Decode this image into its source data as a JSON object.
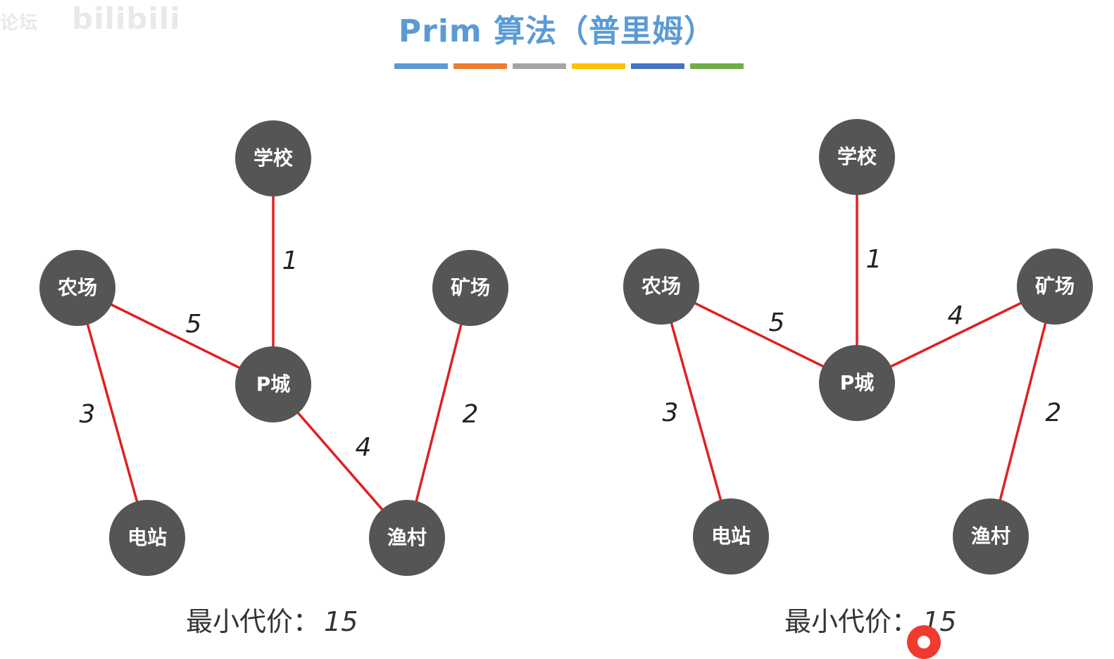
{
  "watermark": {
    "left": "论坛",
    "right": "bilibili"
  },
  "title": "Prim 算法（普里姆）",
  "colors": {
    "title": "#5b9bd5",
    "node": "#555555",
    "edge": "#e02020",
    "cursor": "#f03a2f",
    "bar": [
      "#5b9bd5",
      "#ed7d31",
      "#a5a5a5",
      "#ffc000",
      "#4472c4",
      "#70ad47"
    ]
  },
  "cost_label": "最小代价：",
  "graphs": [
    {
      "id": "left",
      "nodes": [
        {
          "id": "school",
          "label": "学校"
        },
        {
          "id": "farm",
          "label": "农场"
        },
        {
          "id": "mine",
          "label": "矿场"
        },
        {
          "id": "pcity",
          "label": "P城"
        },
        {
          "id": "power",
          "label": "电站"
        },
        {
          "id": "fish",
          "label": "渔村"
        }
      ],
      "edges": [
        {
          "from": "school",
          "to": "pcity",
          "weight": "1"
        },
        {
          "from": "farm",
          "to": "pcity",
          "weight": "5"
        },
        {
          "from": "farm",
          "to": "power",
          "weight": "3"
        },
        {
          "from": "pcity",
          "to": "fish",
          "weight": "4"
        },
        {
          "from": "mine",
          "to": "fish",
          "weight": "2"
        }
      ],
      "cost": "15"
    },
    {
      "id": "right",
      "nodes": [
        {
          "id": "school",
          "label": "学校"
        },
        {
          "id": "farm",
          "label": "农场"
        },
        {
          "id": "mine",
          "label": "矿场"
        },
        {
          "id": "pcity",
          "label": "P城"
        },
        {
          "id": "power",
          "label": "电站"
        },
        {
          "id": "fish",
          "label": "渔村"
        }
      ],
      "edges": [
        {
          "from": "school",
          "to": "pcity",
          "weight": "1"
        },
        {
          "from": "farm",
          "to": "pcity",
          "weight": "5"
        },
        {
          "from": "farm",
          "to": "power",
          "weight": "3"
        },
        {
          "from": "pcity",
          "to": "mine",
          "weight": "4"
        },
        {
          "from": "mine",
          "to": "fish",
          "weight": "2"
        }
      ],
      "cost": "15"
    }
  ]
}
